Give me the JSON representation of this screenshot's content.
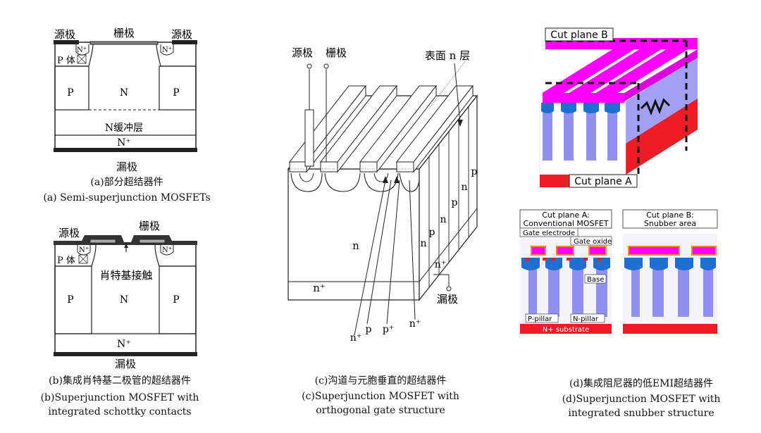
{
  "panel_a": {
    "source": "源极",
    "gate": "栅极",
    "source_right": "源极",
    "nplus_left": "N⁺",
    "nplus_right": "N⁺",
    "pbody": "P 体",
    "p_left": "P",
    "n_center": "N",
    "p_right": "P",
    "buffer": "N缓冲层",
    "substrate": "N⁺",
    "drain": "漏极",
    "caption_cn": "(a)部分超结器件",
    "caption_en": "(a) Semi-superjunction MOSFETs"
  },
  "panel_b": {
    "source": "源极",
    "gate": "栅极",
    "nplus_left": "N⁺",
    "nplus_right": "N⁺",
    "pbody": "P 体",
    "schottky": "肖特基接触",
    "p_left": "P",
    "n_center": "N",
    "p_right": "P",
    "substrate": "N⁺",
    "drain": "漏极",
    "caption_cn": "(b)集成肖特基二极管的超结器件",
    "caption_en1": "(b)Superjunction MOSFET with",
    "caption_en2": "integrated schottky contacts"
  },
  "panel_c": {
    "source": "源极",
    "gate": "栅极",
    "surface_n": "表面 n 层",
    "n_region": "n",
    "nplus_bottom": "n⁺",
    "drain": "漏极",
    "side_labels": [
      "n",
      "p",
      "n",
      "p",
      "n",
      "p",
      "n⁺"
    ],
    "bottom_labels": [
      "n⁺",
      "p",
      "p⁺",
      "n⁺"
    ],
    "caption_cn": "(c)沟道与元胞垂直的超结器件",
    "caption_en1": "(c)Superjunction MOSFET with",
    "caption_en2": "orthogonal gate structure"
  },
  "panel_d": {
    "cut_b": "Cut plane B",
    "cut_a": "Cut plane A",
    "cut_a_title1": "Cut plane A:",
    "cut_a_title2": "Conventional MOSFET",
    "cut_b_title1": "Cut plane B:",
    "cut_b_title2": "Snubber area",
    "gate_electrode": "Gate electrode",
    "gate_oxide": "Gate oxide",
    "base": "Base",
    "p_pillar": "P-pillar",
    "n_pillar": "N-pillar",
    "substrate": "N+ substrate",
    "caption_cn": "(d)集成阻尼器的低EMI超结器件",
    "caption_en1": "(d)Superjunction MOSFET with",
    "caption_en2": "integrated snubber structure"
  },
  "colors": {
    "magenta": "#ff00ff",
    "pillar_blue": "#9090f0",
    "base_blue": "#1f6fd0",
    "substrate_red": "#ee1c24",
    "oxide_orange": "#f08c28"
  }
}
